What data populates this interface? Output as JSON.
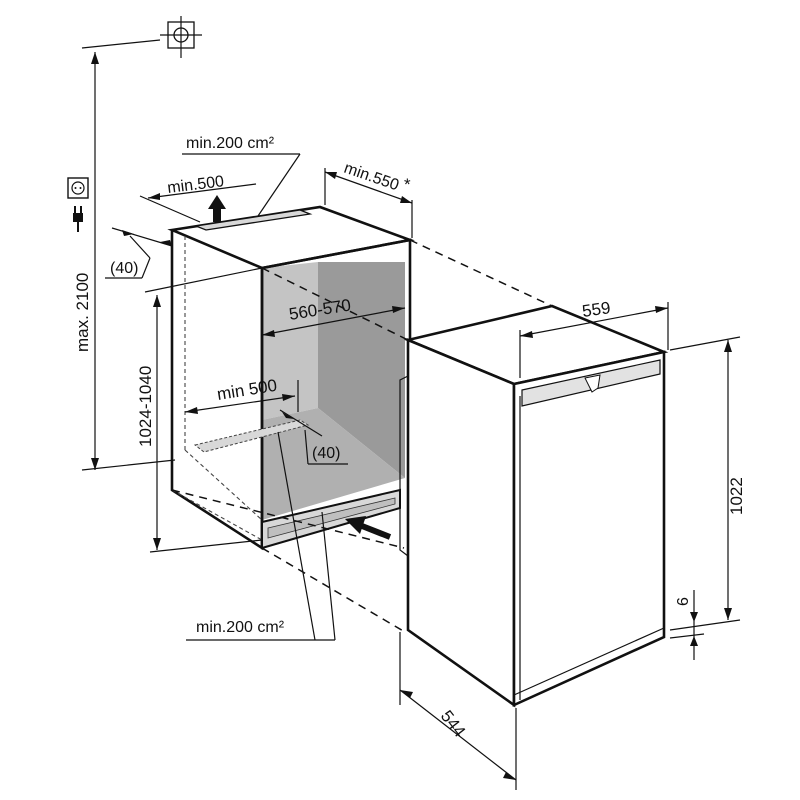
{
  "labels": {
    "max_height": "max. 2100",
    "niche_height": "1024-1040",
    "top_vent_area": "min.200 cm²",
    "top_vent_depth": "min.500",
    "niche_depth": "min.550",
    "niche_depth_note": "*",
    "left_gap": "(40)",
    "niche_width": "560-570",
    "floor_depth": "min 500",
    "floor_gap": "(40)",
    "bottom_vent_area": "min.200 cm²",
    "appliance_width": "559",
    "appliance_height": "1022",
    "foot_height": "6",
    "appliance_depth": "544"
  },
  "colors": {
    "line": "#111111",
    "cavity_back": "#9a9a9a",
    "cavity_side": "#c4c4c4",
    "cavity_floor": "#b0b0b0",
    "vent_fill": "#d8d8d8",
    "appliance_fill": "#ffffff"
  },
  "icons": {
    "socket": "power-socket-icon",
    "plug": "power-plug-icon",
    "level": "crosshair-level-icon",
    "air_out": "air-outlet-arrow-icon",
    "air_in": "air-inlet-arrow-icon"
  }
}
